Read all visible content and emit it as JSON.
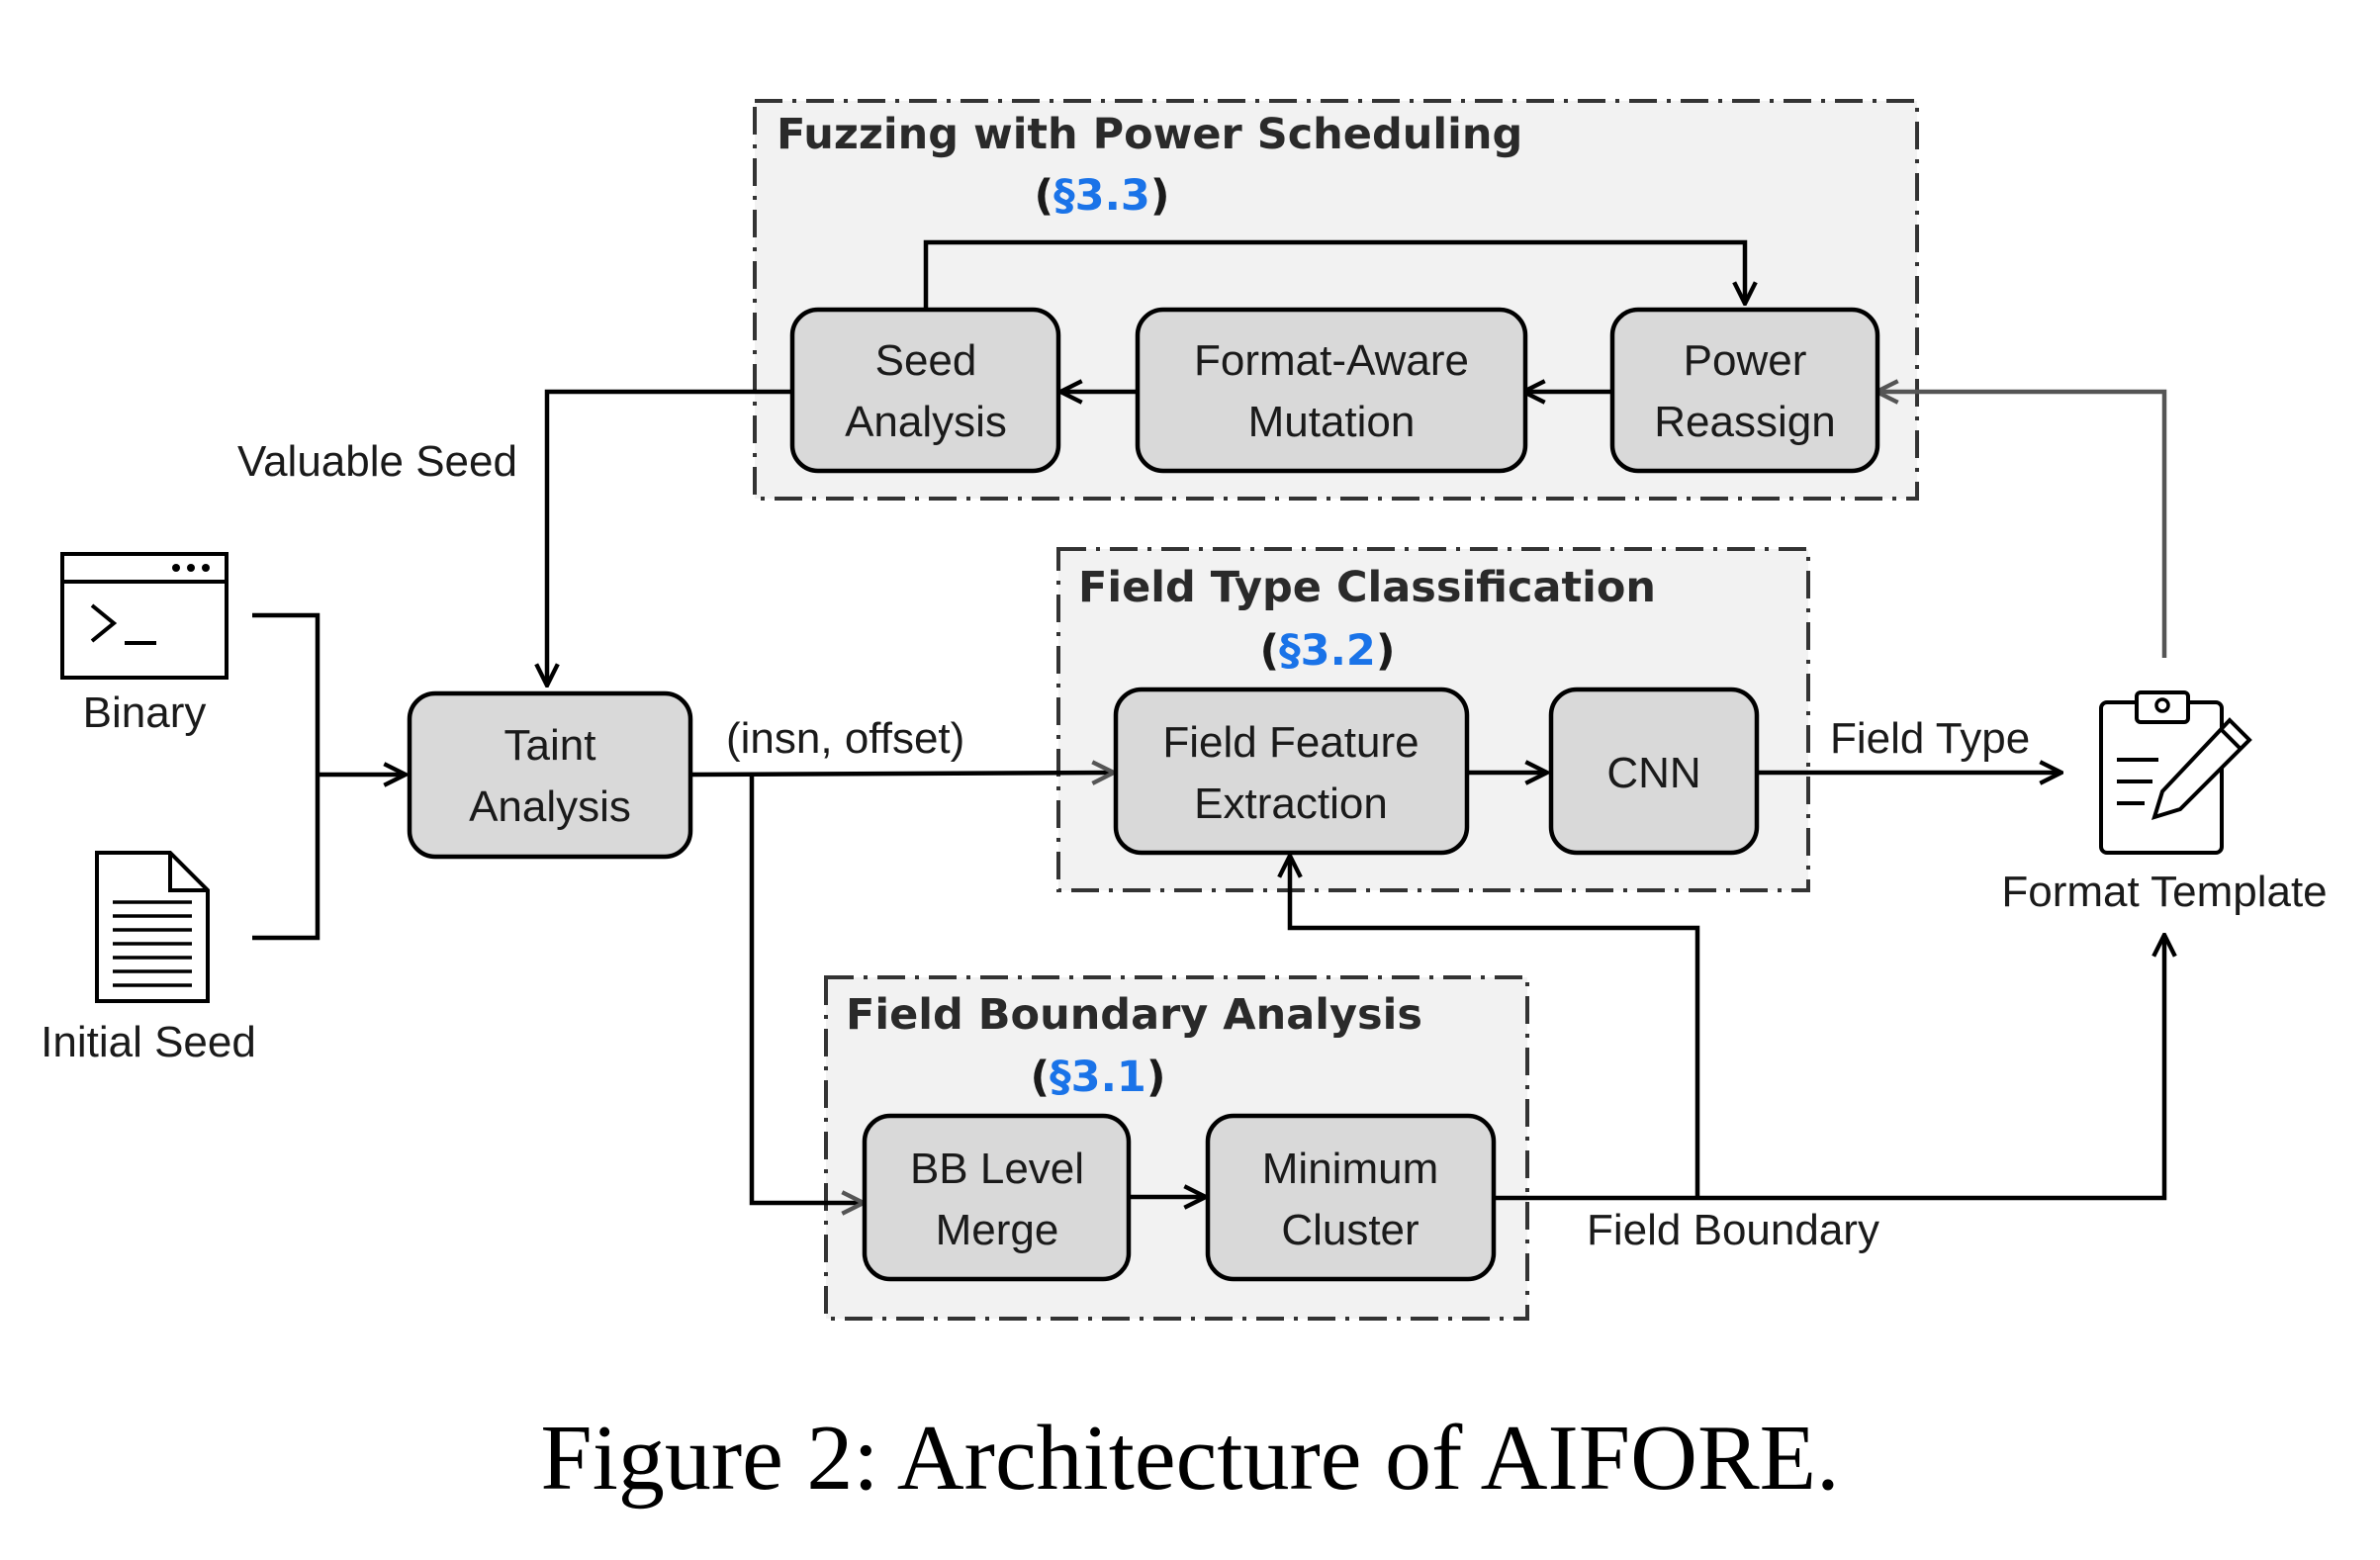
{
  "groups": {
    "fuzzing": {
      "title": "Fuzzing with Power Scheduling",
      "ref": "§3.3"
    },
    "field_type": {
      "title": "Field Type Classification",
      "ref": "§3.2"
    },
    "field_boundary": {
      "title": "Field Boundary Analysis",
      "ref": "§3.1"
    }
  },
  "nodes": {
    "seed_analysis": [
      "Seed",
      "Analysis"
    ],
    "format_aware_mutation": [
      "Format-Aware",
      "Mutation"
    ],
    "power_reassign": [
      "Power",
      "Reassign"
    ],
    "taint_analysis": [
      "Taint",
      "Analysis"
    ],
    "field_feature_extraction": [
      "Field Feature",
      "Extraction"
    ],
    "cnn": [
      "CNN"
    ],
    "bb_level_merge": [
      "BB Level",
      "Merge"
    ],
    "minimum_cluster": [
      "Minimum",
      "Cluster"
    ]
  },
  "inputs": {
    "binary": "Binary",
    "initial_seed": "Initial Seed"
  },
  "output": {
    "format_template": "Format Template"
  },
  "edge_labels": {
    "valuable_seed": "Valuable Seed",
    "insn_offset": "(insn, offset)",
    "field_type": "Field Type",
    "field_boundary": "Field Boundary"
  },
  "icons": {
    "binary": "terminal-window-icon",
    "initial_seed": "document-icon",
    "format_template": "clipboard-pencil-icon"
  },
  "colors": {
    "reference_blue": "#1a73e8",
    "node_fill": "#d9d9d9",
    "group_fill": "#f2f2f2"
  },
  "caption": "Figure 2: Architecture of AIFORE."
}
